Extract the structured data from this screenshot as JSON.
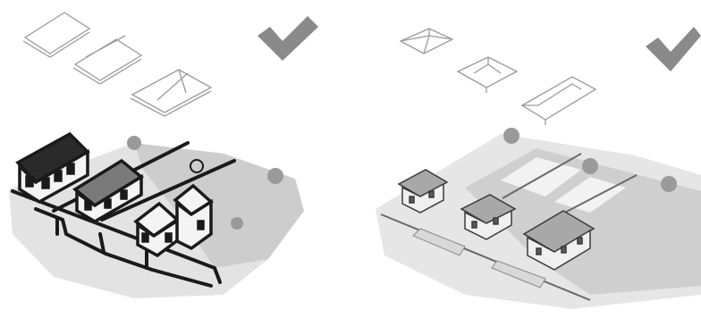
{
  "colors": {
    "background": "#ffffff",
    "check_mark": "#8a8a8a",
    "ground": "#d6d6d6",
    "ground_light": "#e9e9e9",
    "ink": "#1a1a1a",
    "house_fill": "#b9b9b9",
    "tree": "#9a9a9a"
  },
  "panels": [
    {
      "id": "left",
      "style": "sketched roof outlines and hand-inked neighborhood",
      "roof_shapes": [
        "flat-roof-outline",
        "gable-roof-outline",
        "hip-roof-outline"
      ],
      "check_icon": "check-mark-icon"
    },
    {
      "id": "right",
      "style": "clean roof outlines and rendered neighborhood",
      "roof_shapes": [
        "pyramid-roof-outline",
        "hip-roof-outline",
        "hip-roof-outline"
      ],
      "check_icon": "check-mark-icon"
    }
  ]
}
